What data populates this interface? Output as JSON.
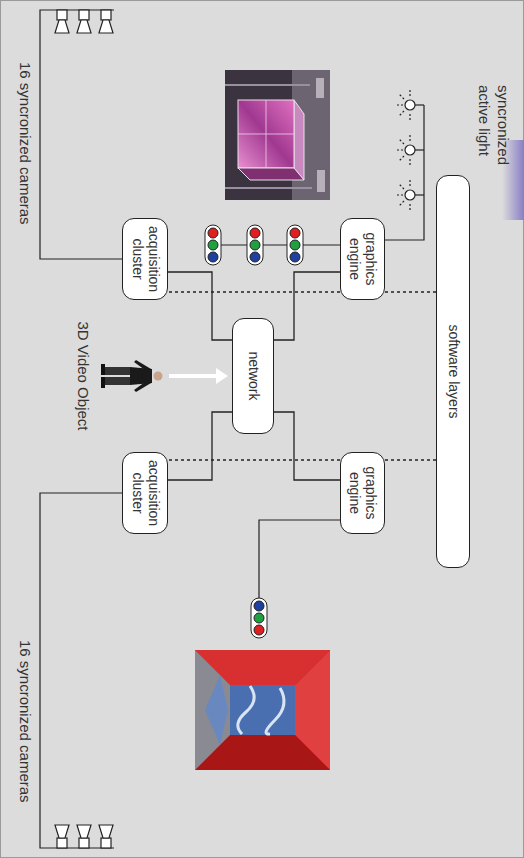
{
  "diagram": {
    "nodes": [
      {
        "text": [
          "software layers"
        ]
      },
      {
        "text": [
          "graphics engine"
        ]
      },
      {
        "text": [
          "graphics engine"
        ]
      },
      {
        "text": [
          "network"
        ]
      },
      {
        "text": [
          "acquisition cluster"
        ]
      },
      {
        "text": [
          "acquisition cluster"
        ]
      }
    ],
    "edges": [
      {
        "from": 1,
        "to": 3,
        "arrow": "none"
      },
      {
        "from": 2,
        "to": 3,
        "arrow": "none"
      },
      {
        "from": 4,
        "to": 3,
        "arrow": "none"
      },
      {
        "from": 5,
        "to": 3,
        "arrow": "none"
      },
      {
        "from": 0,
        "to": 1,
        "arrow": "none"
      },
      {
        "from": 1,
        "to": 4,
        "arrow": "none"
      },
      {
        "from": 0,
        "to": 2,
        "arrow": "none"
      },
      {
        "from": 2,
        "to": 5,
        "arrow": "none"
      }
    ],
    "labels": [
      "syncronized active light",
      "16 syncronized cameras",
      "16 syncronized cameras",
      "3D Video Object"
    ]
  }
}
